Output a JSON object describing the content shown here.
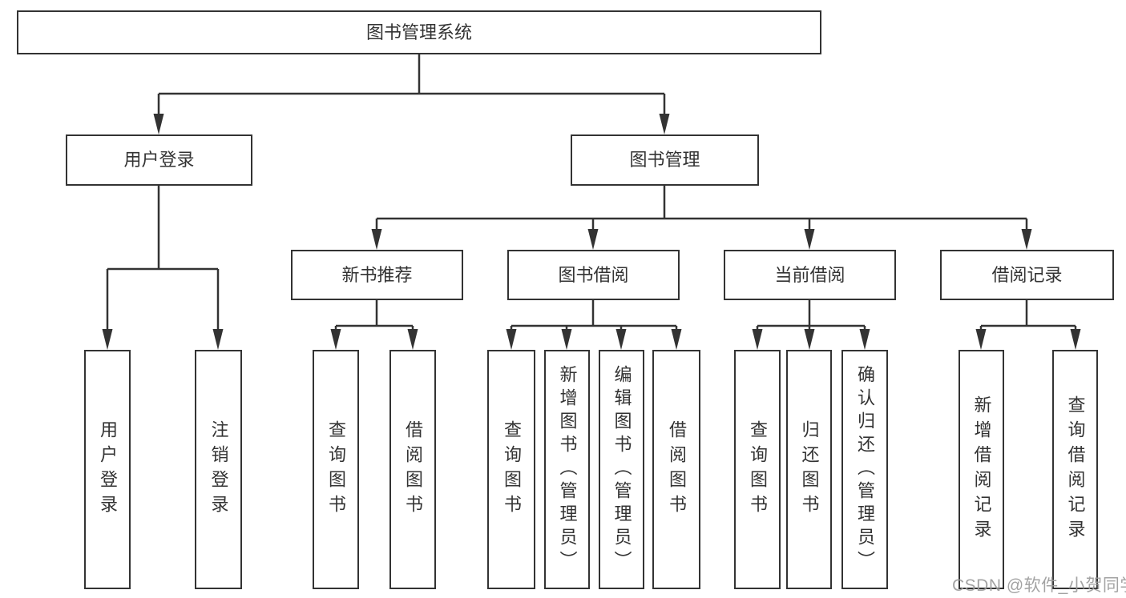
{
  "diagram": {
    "root": {
      "label": "图书管理系统"
    },
    "branches": [
      {
        "label": "用户登录",
        "children": [
          {
            "label": "用户登录"
          },
          {
            "label": "注销登录"
          }
        ]
      },
      {
        "label": "图书管理",
        "children": [
          {
            "label": "新书推荐",
            "children": [
              {
                "label": "查询图书"
              },
              {
                "label": "借阅图书"
              }
            ]
          },
          {
            "label": "图书借阅",
            "children": [
              {
                "label": "查询图书"
              },
              {
                "label": "新增图书（管理员）"
              },
              {
                "label": "编辑图书（管理员）"
              },
              {
                "label": "借阅图书"
              }
            ]
          },
          {
            "label": "当前借阅",
            "children": [
              {
                "label": "查询图书"
              },
              {
                "label": "归还图书"
              },
              {
                "label": "确认归还（管理员）"
              }
            ]
          },
          {
            "label": "借阅记录",
            "children": [
              {
                "label": "新增借阅记录"
              },
              {
                "label": "查询借阅记录"
              }
            ]
          }
        ]
      }
    ]
  },
  "watermark": {
    "text": "CSDN @软件_小贺同学"
  },
  "colors": {
    "line": "#333333",
    "text": "#333333",
    "watermark": "#9b9b9b"
  }
}
